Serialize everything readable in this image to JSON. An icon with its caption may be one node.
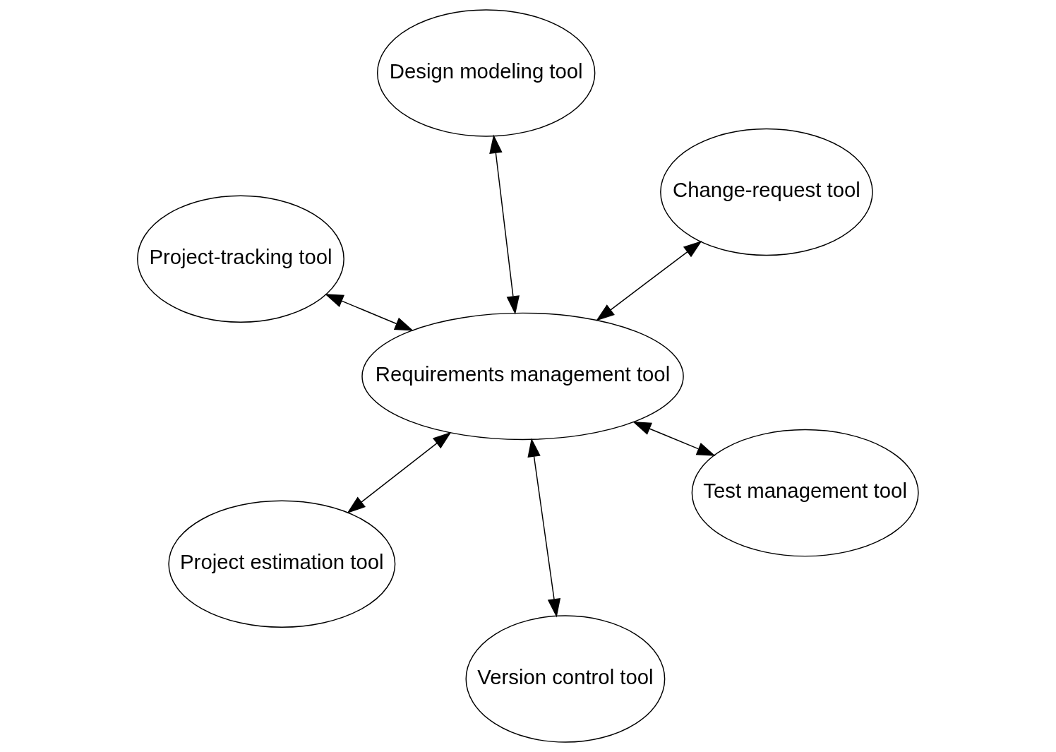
{
  "diagram": {
    "nodes": [
      {
        "text": [
          "Project-tracking tool"
        ]
      },
      {
        "text": [
          "Test management tool"
        ]
      },
      {
        "text": [
          "Version control tool"
        ]
      },
      {
        "text": [
          "Requirements management tool"
        ]
      },
      {
        "text": [
          "Change-request tool"
        ]
      },
      {
        "text": [
          "Design modeling tool"
        ]
      },
      {
        "text": [
          "Project estimation tool"
        ]
      }
    ],
    "edges": [
      {
        "from": 3,
        "to": 0,
        "arrow": "both"
      },
      {
        "from": 3,
        "to": 1,
        "arrow": "both"
      },
      {
        "from": 3,
        "to": 2,
        "arrow": "both"
      },
      {
        "from": 3,
        "to": 4,
        "arrow": "both"
      },
      {
        "from": 3,
        "to": 5,
        "arrow": "both"
      },
      {
        "from": 3,
        "to": 6,
        "arrow": "both"
      }
    ]
  }
}
